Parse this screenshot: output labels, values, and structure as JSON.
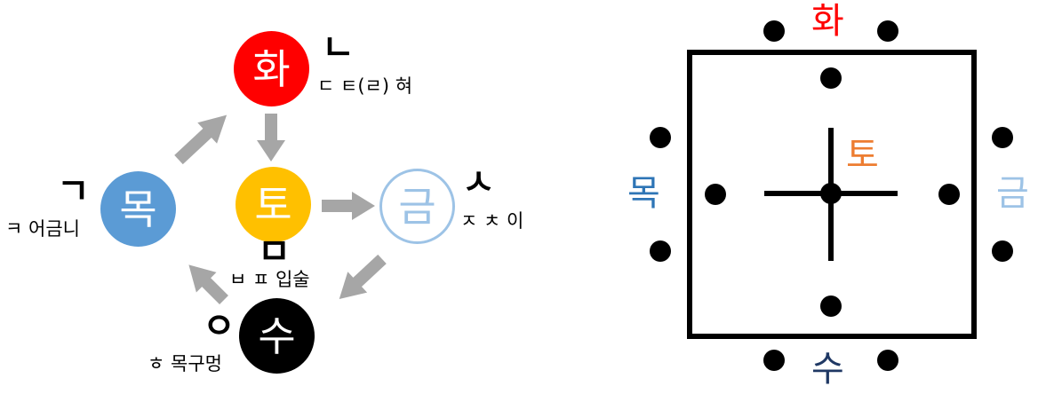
{
  "cycle_diagram": {
    "nodes": [
      {
        "id": "fire",
        "label": "화",
        "color": "#ff0000",
        "text_color": "#ffffff",
        "consonant": "ㄴ",
        "caption": "ㄷ ㅌ(ㄹ) 혀"
      },
      {
        "id": "wood",
        "label": "목",
        "color": "#5b9bd5",
        "text_color": "#ffffff",
        "consonant": "ㄱ",
        "caption": "ㅋ 어금니"
      },
      {
        "id": "earth",
        "label": "토",
        "color": "#ffc000",
        "text_color": "#ffffff",
        "consonant": "ㅁ",
        "caption": "ㅂ ㅍ 입술"
      },
      {
        "id": "metal",
        "label": "금",
        "color": "#ffffff",
        "border": "#9dc3e6",
        "text_color": "#9dc3e6",
        "consonant": "ㅅ",
        "caption": "ㅈ ㅊ 이"
      },
      {
        "id": "water",
        "label": "수",
        "color": "#000000",
        "text_color": "#ffffff",
        "consonant": "ㅇ",
        "caption": "ㅎ 목구멍"
      }
    ],
    "arrow_color": "#a6a6a6"
  },
  "square_diagram": {
    "labels": {
      "top": {
        "text": "화",
        "color": "#ff0000"
      },
      "left": {
        "text": "목",
        "color": "#2e75b6"
      },
      "right": {
        "text": "금",
        "color": "#9dc3e6"
      },
      "bottom": {
        "text": "수",
        "color": "#1f3864"
      },
      "center": {
        "text": "토",
        "color": "#ed7d31"
      }
    },
    "line_color": "#000000"
  }
}
